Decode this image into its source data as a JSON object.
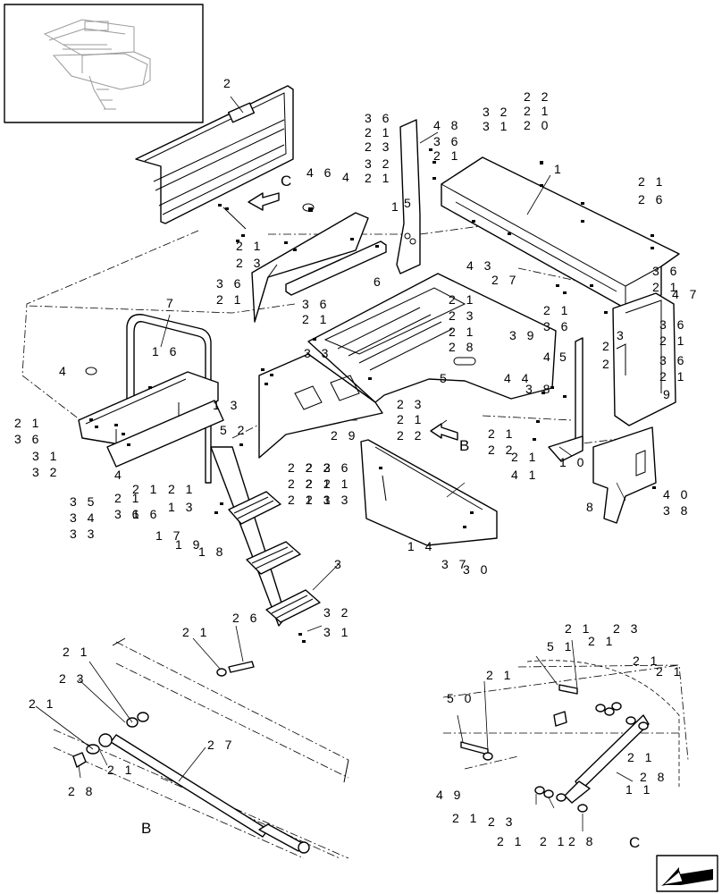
{
  "diagram": {
    "callouts": {
      "c_2": "2",
      "c_1": "1",
      "c_48": "4 8",
      "c_36": "3 6",
      "c_21": "2 1",
      "c_23": "2 3",
      "c_33": "3 3",
      "c_32": "3 2",
      "c_22": "2 2",
      "c_20": "2 0",
      "c_46": "4 6",
      "c_4": "4",
      "c_6": "6",
      "c_5": "5",
      "c_43": "4 3",
      "c_27": "2 7",
      "c_26": "2 6",
      "c_47": "4 7",
      "c_7": "7",
      "c_16": "1 6",
      "c_13": "1 3",
      "c_52": "5 2",
      "c_28": "2 8",
      "c_39": "3 9",
      "c_29": "2 9",
      "c_44": "4 4",
      "c_9": "9",
      "c_8": "8",
      "c_10": "1 0",
      "c_41": "4 1",
      "c_40": "4 0",
      "c_38": "3 8",
      "c_14": "1 4",
      "c_37": "3 7",
      "c_30": "3 0",
      "c_35": "3 5",
      "c_34": "3 4",
      "c_17": "1 7",
      "c_19": "1 9",
      "c_18": "1 8",
      "c_3": "3",
      "c_31": "3 1",
      "c_51": "5 1",
      "c_50": "5 0",
      "c_49": "4 9",
      "c_11": "1 1",
      "c_12": "1 2"
    },
    "view_labels": {
      "b": "B",
      "c": "C"
    },
    "icons": [
      "locator-thumbnail",
      "view-arrow-icon",
      "next-page-icon"
    ]
  }
}
